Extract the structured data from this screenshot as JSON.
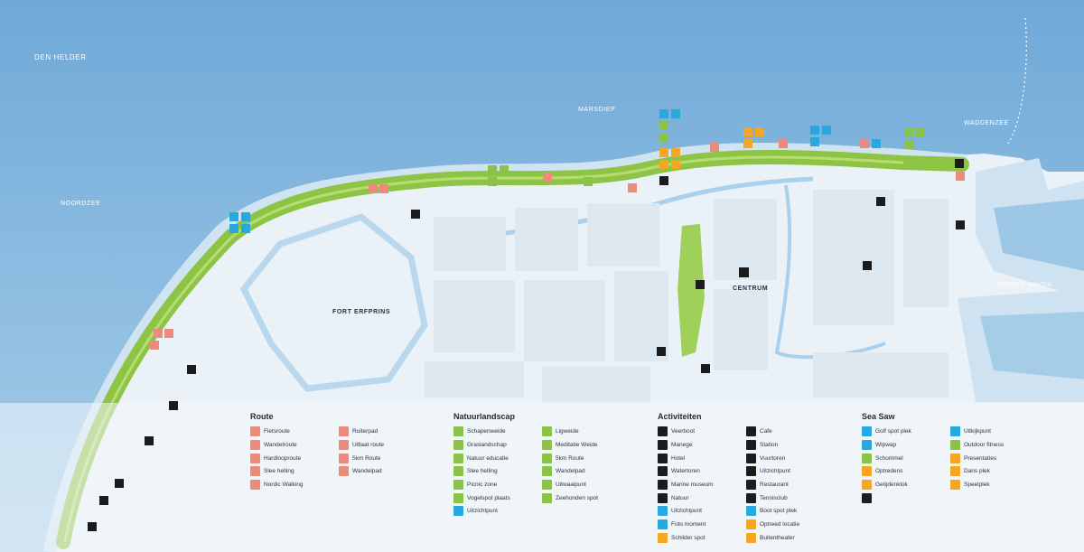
{
  "colors": {
    "sea": "#7fb6df",
    "land": "#eef4f9",
    "green_route": "#8ec445",
    "route_icon": "#ec8a7b",
    "nature_icon": "#8bc34a",
    "activity_icon": "#1c1c1c",
    "seasaw_blue": "#29a8e0",
    "seasaw_orange": "#f5a623"
  },
  "labels": {
    "den_helder": "DEN HELDER",
    "noordzee": "NOORDZEE",
    "marsdiep": "MARSDIEP",
    "waddenzee": "WADDENZEE",
    "nieuwe_haven": "NIEUWE HAVEN",
    "fort_erfprins": "FORT ERFPRINS",
    "centrum": "CENTRUM"
  },
  "legend": {
    "route": {
      "title": "Route",
      "col1": [
        "Fietsroute",
        "Wandelroute",
        "Hardlooproute",
        "Slee helling",
        "Nordic Walking"
      ],
      "col2": [
        "Ruiterpad",
        "Uitlaat route",
        "5km Route",
        "Wandelpad"
      ]
    },
    "natuur": {
      "title": "Natuurlandscap",
      "col1": [
        "Schapenweide",
        "Graslandschap",
        "Natuur educatie",
        "Slee helling",
        "Picnic zone",
        "Vogelspot plaats",
        "Uitzichtpunt"
      ],
      "col2": [
        "Ligweide",
        "Meditatie Weide",
        "5km Route",
        "Wandelpad",
        "Uitwaaipunt",
        "Zeehonden spot"
      ]
    },
    "activiteiten": {
      "title": "Activiteiten",
      "col1": [
        "Veerboot",
        "Manege",
        "Hotel",
        "Watertoren",
        "Marine museum",
        "Natuur",
        "Uitzichtpunt",
        "Foto moment",
        "Schilder spot"
      ],
      "col2": [
        "Cafe",
        "Station",
        "Vuurtoren",
        "Uitzichtpunt",
        "Restaurant",
        "Tennisclub",
        "Boot spot plek",
        "Optreed locatie",
        "Buitentheater"
      ]
    },
    "seasaw": {
      "title": "Sea Saw",
      "col1": [
        "Golf spot plek",
        "Wipwap",
        "Schommel",
        "Optredens",
        "Getijdenklok"
      ],
      "col2": [
        "Uitkijkpunt",
        "Outdoor fitness",
        "Presentaties",
        "Dans plek",
        "Speelplek"
      ]
    }
  }
}
